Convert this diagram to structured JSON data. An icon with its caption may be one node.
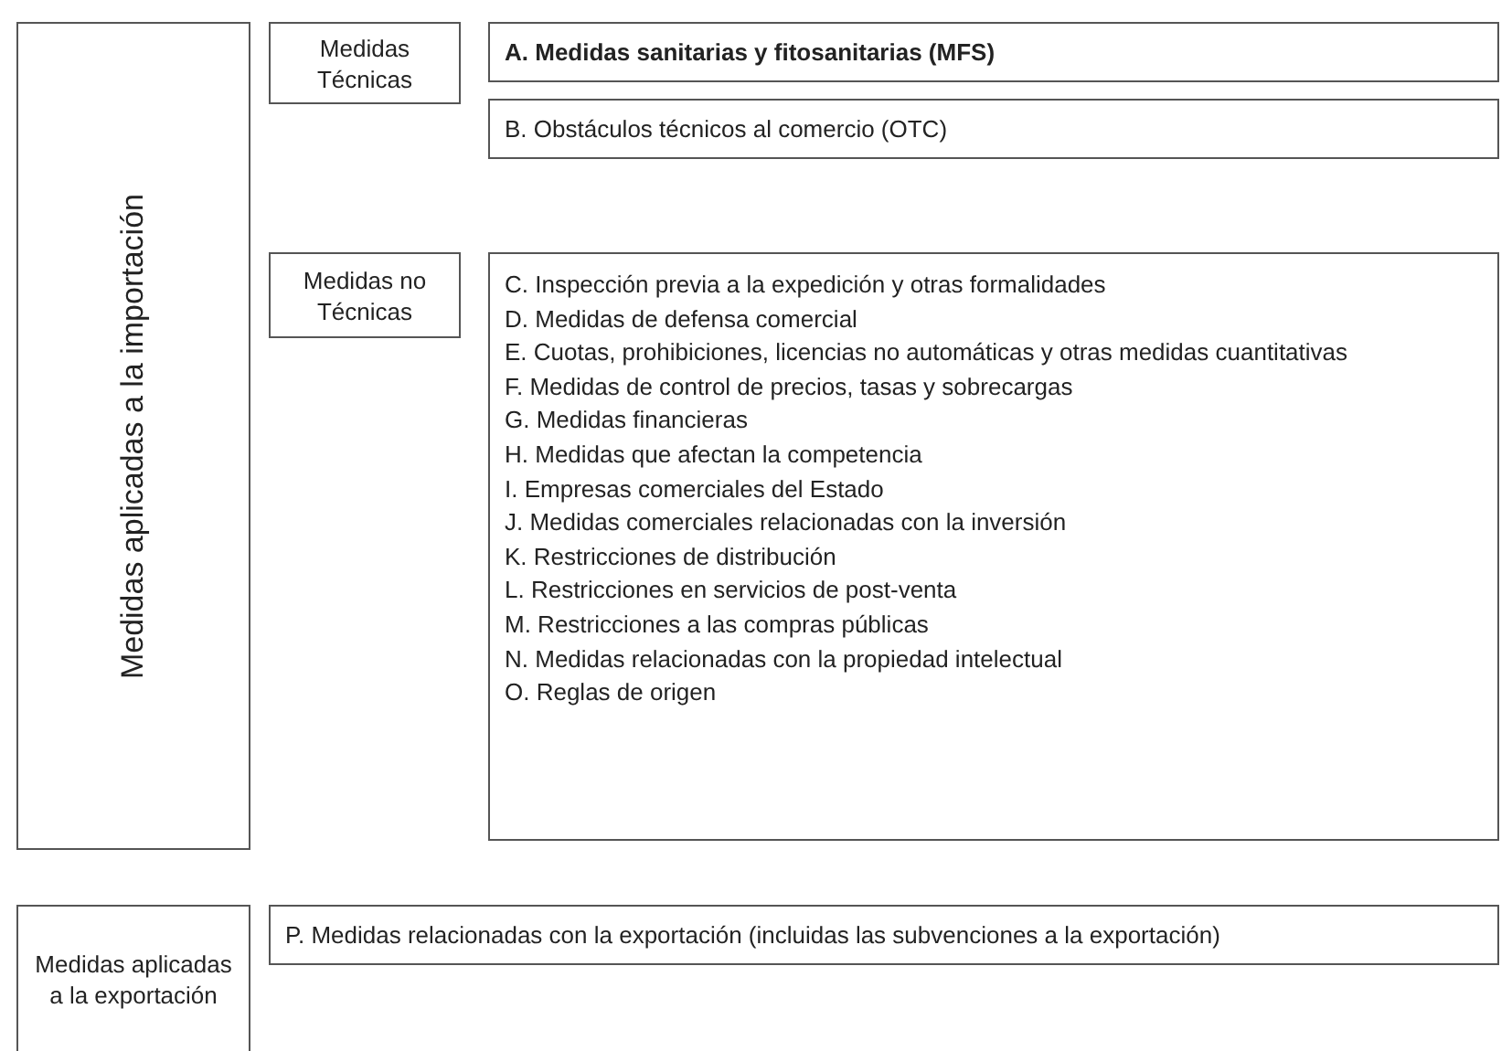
{
  "diagram": {
    "nodes": [
      {
        "text": [
          "Medidas aplicadas a la importación"
        ]
      },
      {
        "text": [
          "Medidas Técnicas"
        ]
      },
      {
        "text": [
          "A. Medidas sanitarias y fitosanitarias (MFS)"
        ]
      },
      {
        "text": [
          "B. Obstáculos técnicos al comercio (OTC)"
        ]
      },
      {
        "text": [
          "Medidas no Técnicas"
        ]
      },
      {
        "text": [
          "C. Inspección previa a la expedición y otras formalidades",
          "D. Medidas de defensa comercial",
          "E. Cuotas, prohibiciones, licencias no automáticas y otras medidas cuantitativas",
          "F. Medidas de control de precios, tasas y sobrecargas",
          "G. Medidas financieras",
          "H. Medidas que afectan la competencia",
          "I. Empresas comerciales del Estado",
          "J. Medidas comerciales relacionadas con la inversión",
          "K. Restricciones de distribución",
          "L. Restricciones en servicios de post-venta",
          "M. Restricciones a las compras públicas",
          "N. Medidas relacionadas con la propiedad intelectual",
          "O. Reglas de origen"
        ]
      },
      {
        "text": [
          "Medidas aplicadas a la exportación"
        ]
      },
      {
        "text": [
          "P.  Medidas relacionadas con la exportación (incluidas las subvenciones a la exportación)"
        ]
      }
    ]
  }
}
